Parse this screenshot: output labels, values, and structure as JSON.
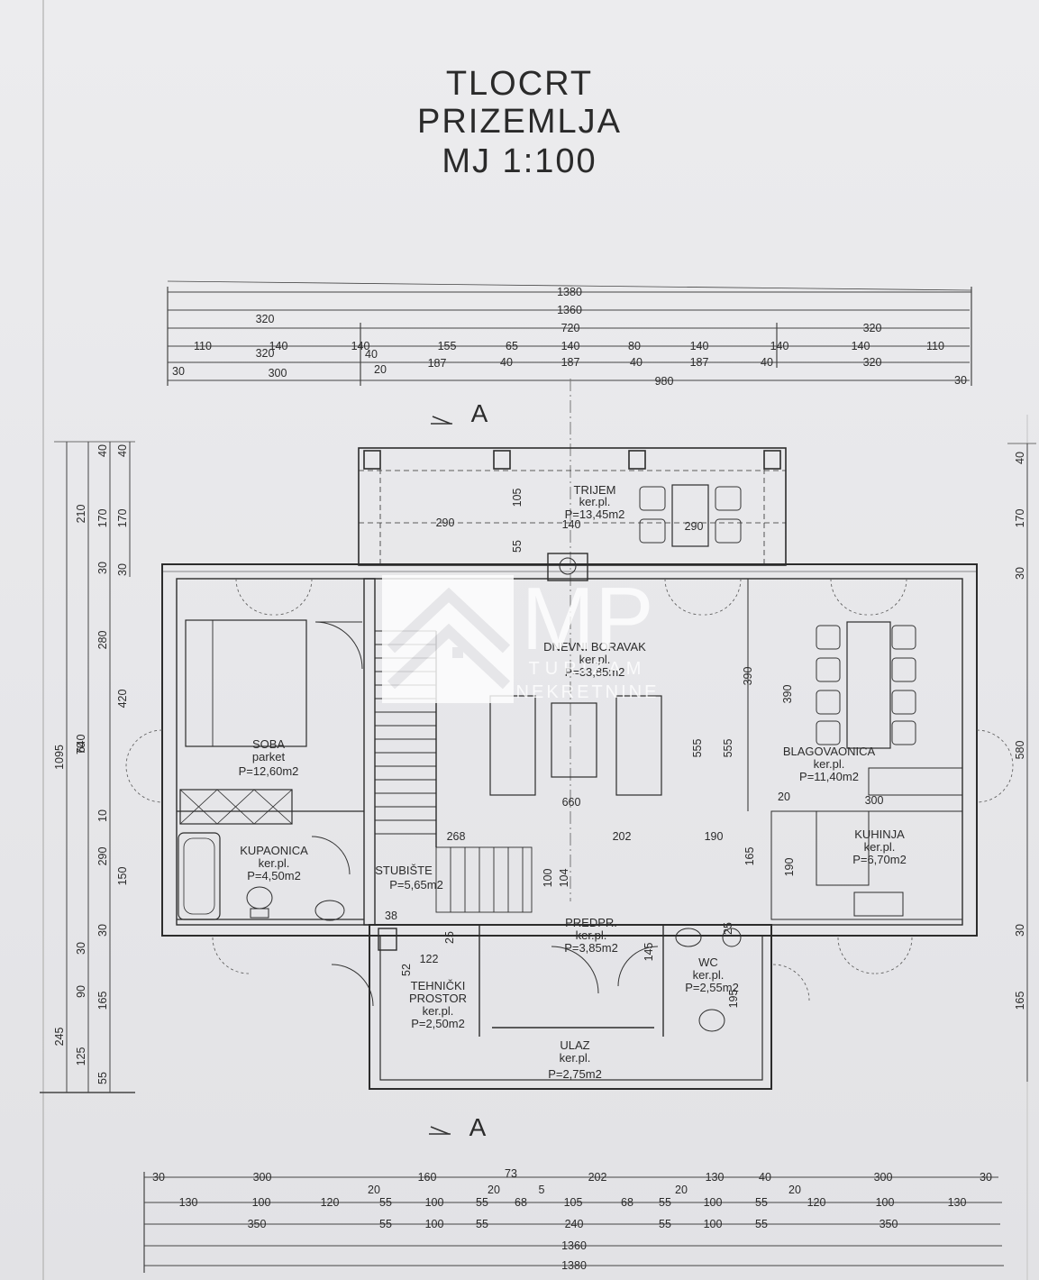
{
  "title": {
    "line1": "TLOCRT",
    "line2": "PRIZEMLJA",
    "line3": "MJ 1:100"
  },
  "section_marks": {
    "top": "A",
    "bottom": "A"
  },
  "watermark": {
    "brand": "MP",
    "line1": "TURIZAM",
    "line2": "NEKRETNINE",
    "color": "#ffffff"
  },
  "rooms": {
    "trijem": {
      "name": "TRIJEM",
      "floor": "ker.pl.",
      "area": "P=13,45m2"
    },
    "dnevni": {
      "name": "DNEVNI BORAVAK",
      "floor": "ker.pl.",
      "area": "P=33,85m2"
    },
    "soba": {
      "name": "SOBA",
      "floor": "parket",
      "area": "P=12,60m2"
    },
    "blago": {
      "name": "BLAGOVAONICA",
      "floor": "ker.pl.",
      "area": "P=11,40m2"
    },
    "kuhinja": {
      "name": "KUHINJA",
      "floor": "ker.pl.",
      "area": "P=6,70m2"
    },
    "kupaonica": {
      "name": "KUPAONICA",
      "floor": "ker.pl.",
      "area": "P=4,50m2"
    },
    "stubiste": {
      "name": "STUBIŠTE",
      "area": "P=5,65m2"
    },
    "predpr": {
      "name": "PREDPR.",
      "floor": "ker.pl.",
      "area": "P=3,85m2"
    },
    "wc": {
      "name": "WC",
      "floor": "ker.pl.",
      "area": "P=2,55m2"
    },
    "tehnicki": {
      "name1": "TEHNIČKI",
      "name2": "PROSTOR",
      "floor": "ker.pl.",
      "area": "P=2,50m2"
    },
    "ulaz": {
      "name": "ULAZ",
      "floor": "ker.pl.",
      "area": "P=2,75m2"
    }
  },
  "dims_top": {
    "row1": [
      "1380"
    ],
    "row2": [
      "1360"
    ],
    "row3": [
      "320",
      "720",
      "320"
    ],
    "row4": [
      "110",
      "140",
      "140",
      "155",
      "65",
      "140",
      "80",
      "140",
      "140",
      "140",
      "110"
    ],
    "row5": [
      "320",
      "40",
      "187",
      "40",
      "187",
      "40",
      "187",
      "40",
      "320"
    ],
    "row6": [
      "30",
      "300",
      "20",
      "980",
      "30"
    ]
  },
  "dims_bottom": {
    "row1": [
      "30",
      "300",
      "20",
      "160",
      "20",
      "73",
      "5",
      "202",
      "20",
      "130",
      "40",
      "20",
      "300",
      "30"
    ],
    "row2": [
      "130",
      "100",
      "120",
      "55",
      "100",
      "55",
      "68",
      "105",
      "68",
      "55",
      "100",
      "55",
      "120",
      "100",
      "130"
    ],
    "row3": [
      "350",
      "55",
      "100",
      "55",
      "240",
      "55",
      "100",
      "55",
      "350"
    ],
    "row4": [
      "1360"
    ],
    "row5": [
      "1380"
    ]
  },
  "dims_left": {
    "col1": [
      "1095"
    ],
    "col2": [
      "640",
      "245"
    ],
    "col3": [
      "210",
      "280",
      "70",
      "290",
      "30",
      "90",
      "125"
    ],
    "col4": [
      "40",
      "170",
      "30",
      "420",
      "10",
      "150",
      "30",
      "165",
      "55"
    ],
    "col5": [
      "40",
      "170",
      "30"
    ]
  },
  "dims_right": {
    "col": [
      "40",
      "170",
      "30",
      "580",
      "30",
      "165"
    ]
  },
  "dims_inner": {
    "trijem": [
      "105",
      "290",
      "140",
      "290",
      "55"
    ],
    "living": [
      "660",
      "555",
      "555",
      "390",
      "390"
    ],
    "kitchen": [
      "20",
      "300",
      "190"
    ],
    "stairs": [
      "268",
      "202",
      "190",
      "165",
      "100",
      "104"
    ],
    "lower": [
      "38",
      "122",
      "25",
      "52",
      "145",
      "25",
      "195"
    ]
  }
}
